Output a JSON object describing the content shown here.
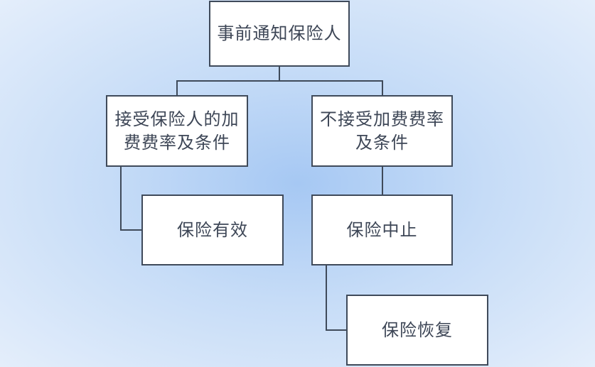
{
  "diagram": {
    "nodes": {
      "root": "事前通知保险人",
      "accept_line1": "接受保险人的加",
      "accept_line2": "费费率及条件",
      "reject_line1": "不接受加费费率",
      "reject_line2": "及条件",
      "valid": "保险有效",
      "suspend": "保险中止",
      "restore": "保险恢复"
    },
    "edges": [
      {
        "from": "root",
        "to": "accept"
      },
      {
        "from": "root",
        "to": "reject"
      },
      {
        "from": "accept",
        "to": "valid"
      },
      {
        "from": "reject",
        "to": "suspend"
      },
      {
        "from": "suspend",
        "to": "restore"
      }
    ],
    "colors": {
      "node_fill": "#ffffff",
      "node_border": "#3f4a5a",
      "text": "#3d4656",
      "background_center": "#a6c8f3",
      "background_edge": "#e4eefb"
    }
  }
}
